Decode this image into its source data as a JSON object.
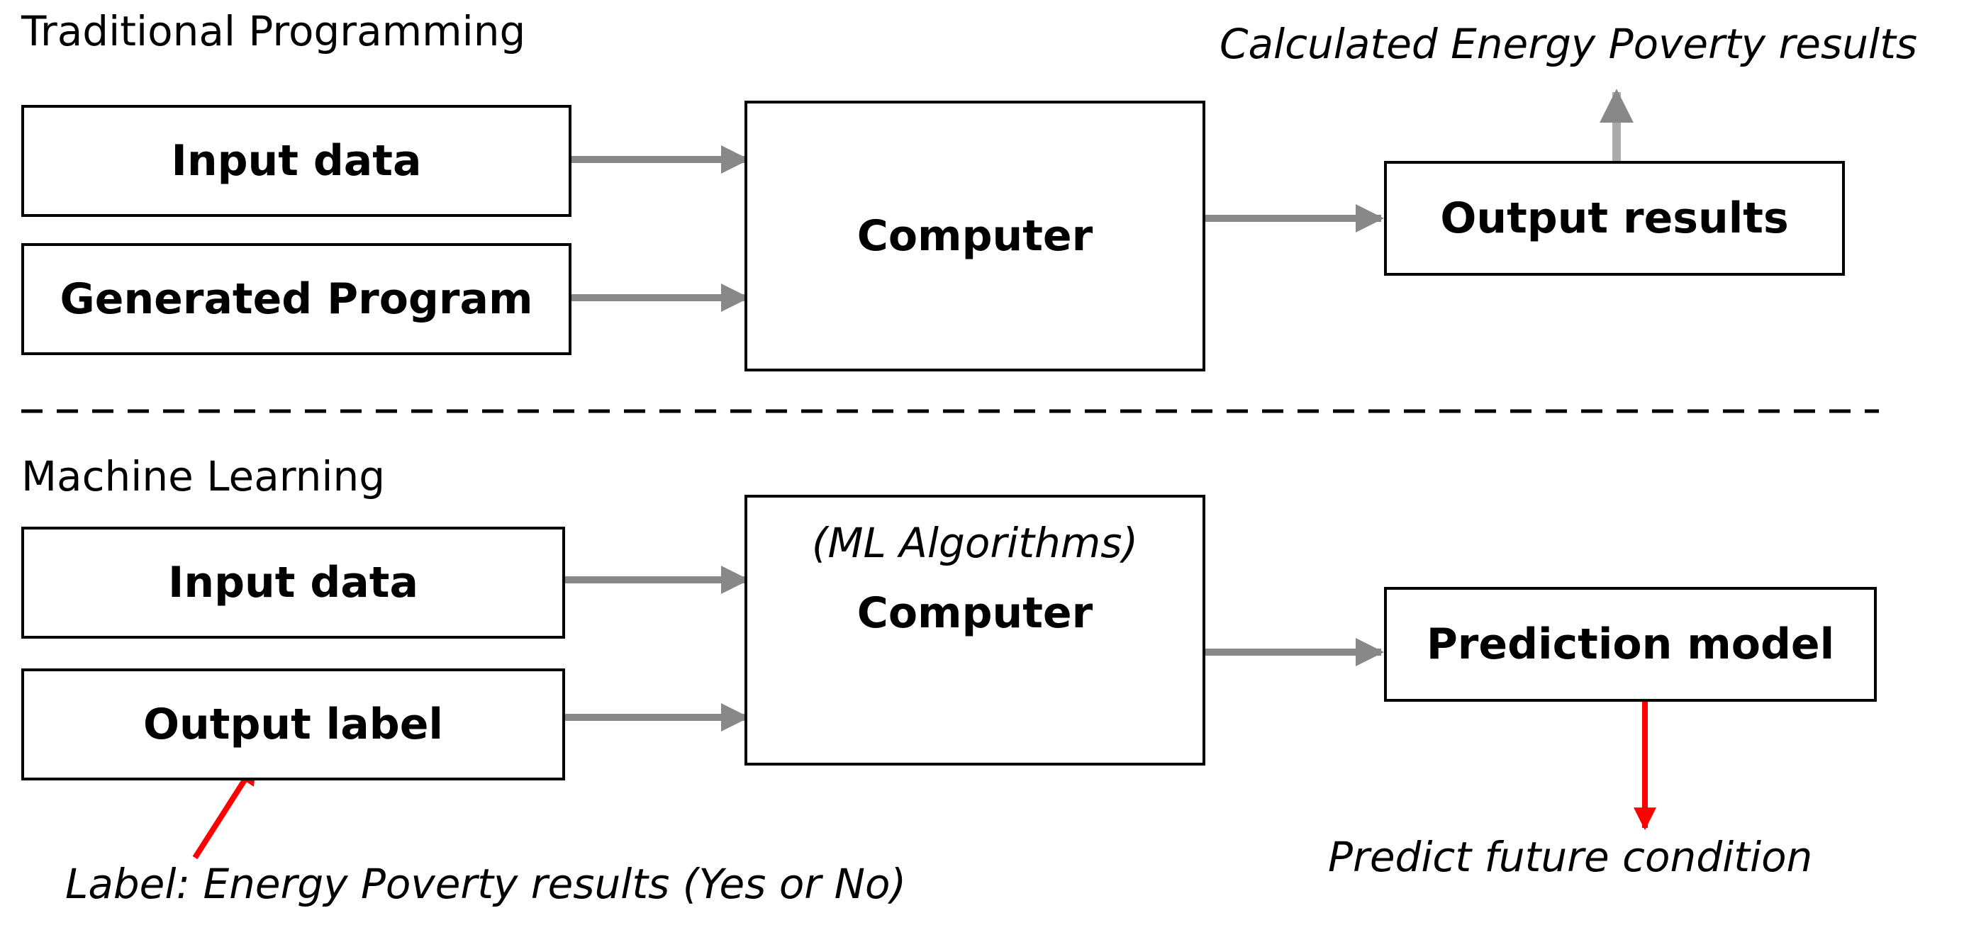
{
  "traditional": {
    "section_title": "Traditional Programming",
    "input_box": "Input data",
    "program_box": "Generated Program",
    "computer_box": "Computer",
    "output_box": "Output results",
    "output_annotation": "Calculated Energy Poverty results"
  },
  "machine_learning": {
    "section_title": "Machine Learning",
    "input_box": "Input data",
    "label_box": "Output label",
    "computer_caption": "(ML Algorithms)",
    "computer_box": "Computer",
    "model_box": "Prediction model",
    "model_annotation": "Predict future condition",
    "label_annotation": "Label: Energy Poverty results (Yes or No)"
  },
  "colors": {
    "box_border": "#000000",
    "flow_arrow": "#888888",
    "highlight_arrow": "#ff0000",
    "divider": "#000000"
  }
}
